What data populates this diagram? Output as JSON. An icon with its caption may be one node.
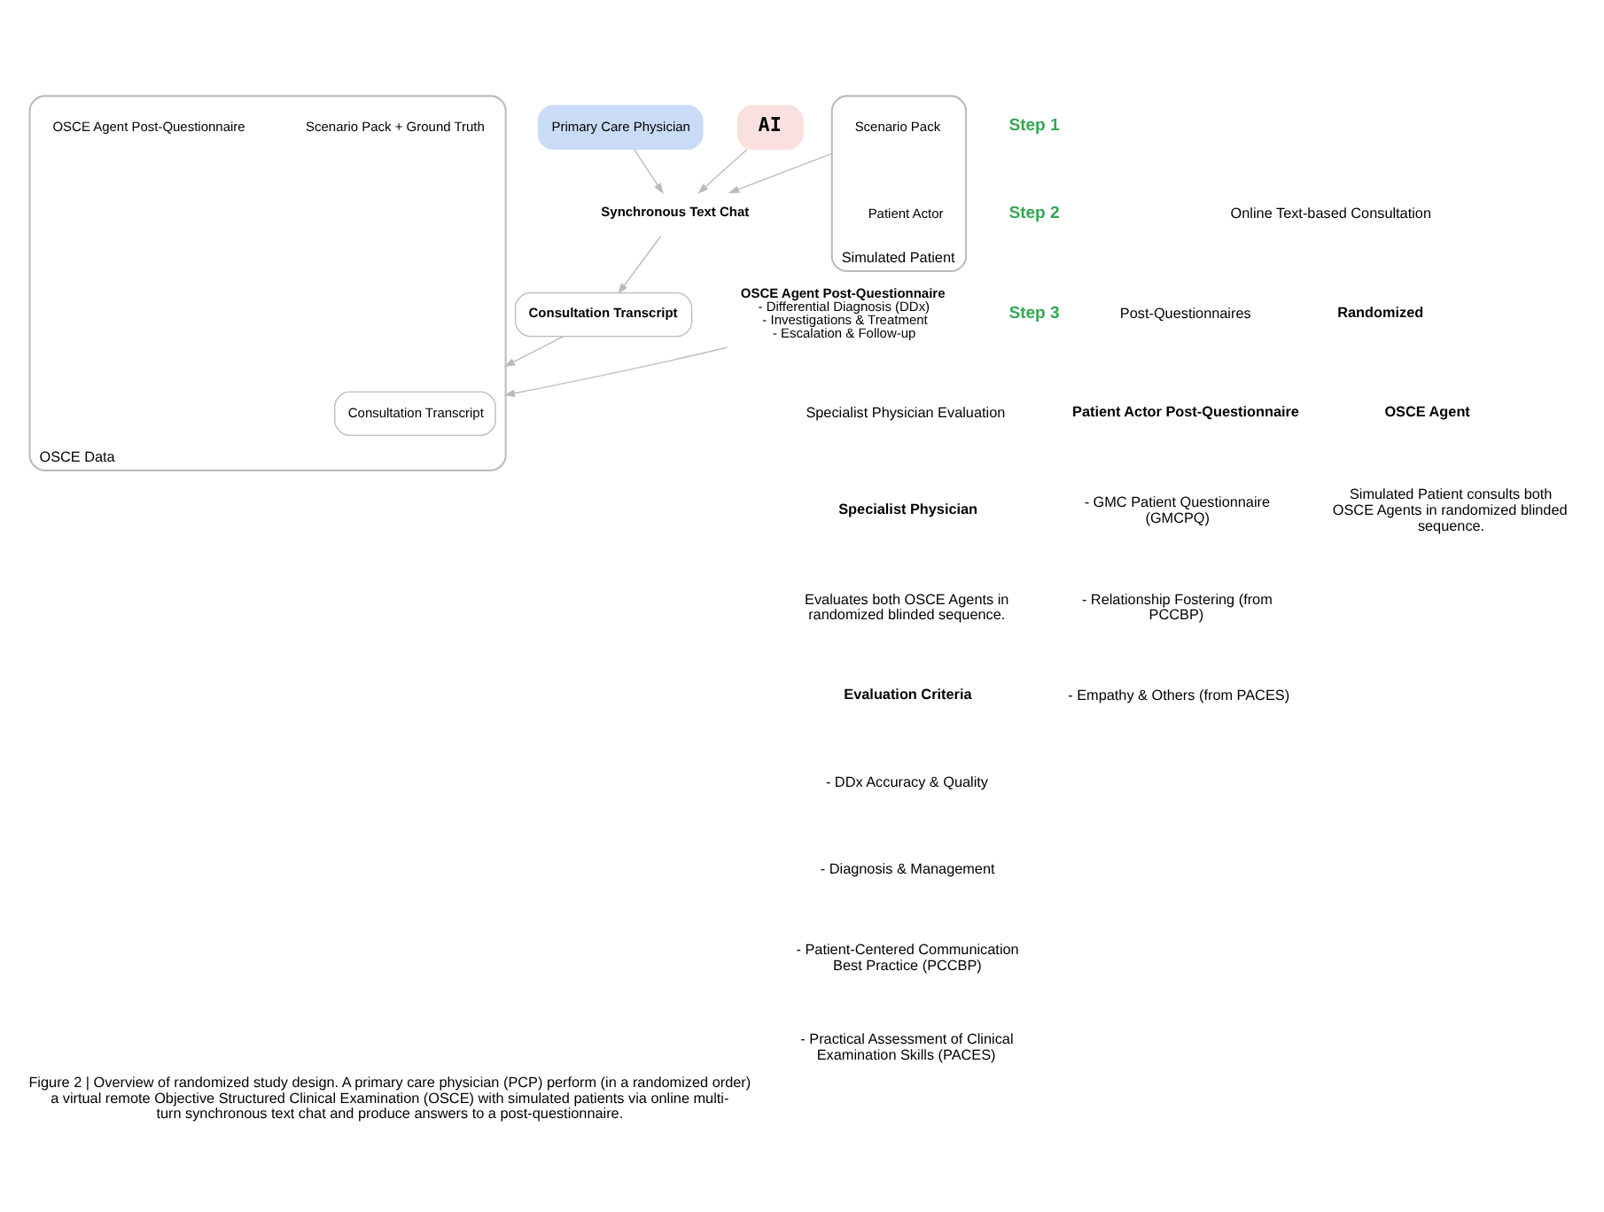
{
  "diagram": {
    "caption": "Figure 2 | Overview of randomized study design. A primary care physician (PCP) perform (in a randomized order) a virtual remote Objective Structured Clinical Examination (OSCE) with simulated patients via online multi-turn synchronous text chat and produce answers to a post-questionnaire.",
    "nodes": [
      {
        "text": [
          "Simulated Patient"
        ]
      },
      {
        "text": [
          "Patient Actor"
        ],
        "in": 0
      },
      {
        "text": [
          "Scenario Pack"
        ],
        "in": 0
      },
      {
        "text": [
          "Synchronous Text Chat"
        ]
      },
      {
        "text": [
          "Primary Care Physician"
        ]
      },
      {
        "text": [
          "AI"
        ]
      },
      {
        "text": [
          "Consultation Transcript"
        ]
      },
      {
        "text": [
          "OSCE Agent Post-Questionnaire",
          "- Differential Diagnosis (DDx)",
          "- Investigations & Treatment",
          "- Escalation & Follow-up"
        ]
      },
      {
        "text": [
          "OSCE Data"
        ]
      },
      {
        "text": [
          "Scenario Pack + Ground Truth"
        ],
        "in": 8
      },
      {
        "text": [
          "Consultation Transcript"
        ],
        "in": 8
      },
      {
        "text": [
          "OSCE Agent Post-Questionnaire"
        ],
        "in": 8
      }
    ],
    "edges": [
      {
        "from": 0,
        "to": 3,
        "arrow": "to"
      },
      {
        "from": 4,
        "to": 3,
        "arrow": "to"
      },
      {
        "from": 5,
        "to": 3,
        "arrow": "to"
      },
      {
        "from": 3,
        "to": 6,
        "arrow": "to"
      },
      {
        "from": 6,
        "to": 8,
        "arrow": "to"
      },
      {
        "from": 7,
        "to": 8,
        "arrow": "to"
      }
    ],
    "labels": [
      "Step 1",
      "Online Text-based Consultation",
      "Randomized",
      "OSCE Agent",
      "Simulated Patient consults both OSCE Agents in randomized blinded sequence.",
      "Step 2",
      "Post-Questionnaires",
      "Patient Actor Post-Questionnaire",
      "- GMC Patient Questionnaire (GMCPQ)",
      "- Relationship Fostering (from PCCBP)",
      "- Empathy & Others (from PACES)",
      "Step 3",
      "Specialist Physician Evaluation",
      "Specialist Physician",
      "Evaluates both OSCE Agents in randomized blinded sequence.",
      "Evaluation Criteria",
      "- DDx Accuracy & Quality",
      "- Diagnosis & Management",
      "- Patient-Centered Communication Best Practice (PCCBP)",
      "- Practical Assessment of Clinical Examination Skills (PACES)"
    ]
  }
}
